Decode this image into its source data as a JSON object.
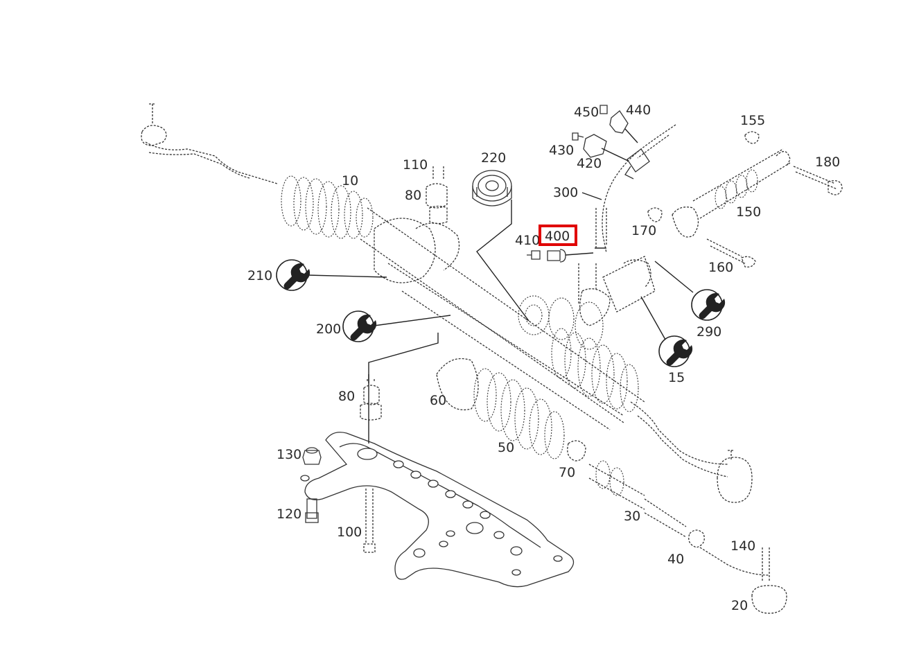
{
  "diagram": {
    "labels": {
      "p10": "10",
      "p15": "15",
      "p20": "20",
      "p30": "30",
      "p40": "40",
      "p50": "50",
      "p60": "60",
      "p70": "70",
      "p80a": "80",
      "p80b": "80",
      "p100": "100",
      "p110": "110",
      "p120": "120",
      "p130": "130",
      "p140": "140",
      "p150": "150",
      "p155": "155",
      "p160": "160",
      "p170": "170",
      "p180": "180",
      "p200": "200",
      "p210": "210",
      "p220": "220",
      "p290": "290",
      "p300": "300",
      "p400": "400",
      "p410": "410",
      "p420": "420",
      "p430": "430",
      "p440": "440",
      "p450": "450"
    },
    "selected_part": "400",
    "highlight_color": "#e00000",
    "tool_icons": [
      "wrench-icon"
    ]
  }
}
